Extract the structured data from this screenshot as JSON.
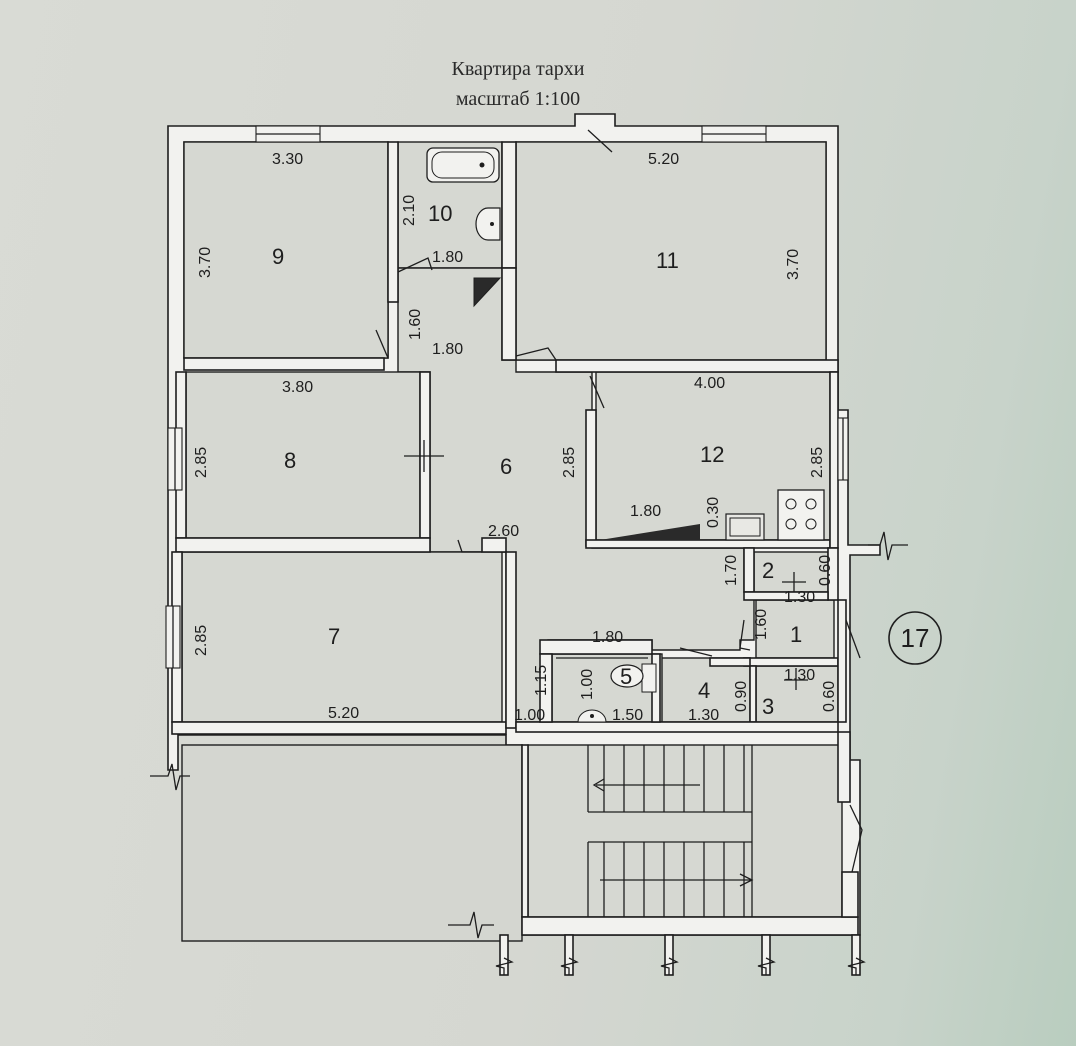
{
  "title": "Квартира тархи",
  "scale": "масштаб 1:100",
  "apartment_number": "17",
  "rooms": [
    "1",
    "2",
    "3",
    "4",
    "5",
    "6",
    "7",
    "8",
    "9",
    "10",
    "11",
    "12"
  ],
  "dimensions": {
    "r9_w": "3.30",
    "r9_h": "3.70",
    "r10_w": "1.80",
    "r10_h": "2.10",
    "r11_w": "5.20",
    "r11_h": "3.70",
    "corr_h": "1.60",
    "corr_w": "1.80",
    "r8_w": "3.80",
    "r8_h": "2.85",
    "r6_h": "2.85",
    "r6_w": "2.60",
    "r12_w": "4.00",
    "r12_h": "2.85",
    "r12_k": "1.80",
    "r12_s": "0.30",
    "r7_w": "5.20",
    "r7_h": "2.85",
    "r2_h": "1.70",
    "r2_w": "1.30",
    "r2_s": "0.60",
    "r1_h": "1.60",
    "r1_w": "1.30",
    "r3_s": "0.60",
    "r5_w": "1.80",
    "r5_h": "1.15",
    "r5_d": "1.00",
    "r5_l": "1.00",
    "r5_r": "1.50",
    "r4_w": "1.30",
    "r4_h": "0.90"
  }
}
